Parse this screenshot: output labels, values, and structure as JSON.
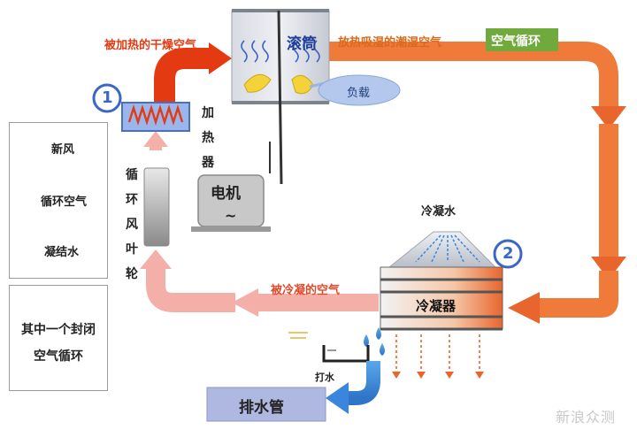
{
  "labels": {
    "heated_dry_air": "被加热的干燥空气",
    "drum": "滚筒",
    "hot_humid_air": "放热吸湿的潮湿空气",
    "air_cycle": "空气循环",
    "load": "负载",
    "heater": "加热器",
    "motor": "电机",
    "motor_symbol": "~",
    "fan": "循环风叶轮",
    "condensate_water": "冷凝水",
    "cooled_air": "被冷凝的空气",
    "condenser": "冷凝器",
    "pump_water": "打水",
    "drain_pipe": "排水管",
    "step1": "1",
    "step2": "2"
  },
  "legend": {
    "items": [
      {
        "label": "新风",
        "color": "#4a7fd0"
      },
      {
        "label": "循环空气",
        "color": "#e04a2a"
      },
      {
        "label": "凝结水",
        "color": "#4aa0e0"
      }
    ]
  },
  "note": "其中一个封闭空气循环",
  "watermark": "新浪众测",
  "colors": {
    "heated_arrow": "#e33a12",
    "humid_arrow": "#f07a3a",
    "cooled_arrow": "#f4b0a8",
    "step_circle": "#3a66c8",
    "air_cycle_box": "#70a93c",
    "drain_box": "#aeb8e0"
  }
}
